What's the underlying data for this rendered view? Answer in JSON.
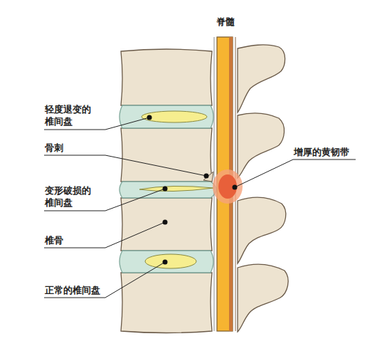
{
  "diagram": {
    "labels": [
      "脊髓",
      "轻度退变的 椎间盘",
      "骨刺",
      "变形破损的 椎间盘",
      "椎骨",
      "正常的椎间盘",
      "增厚的黄韧带"
    ]
  }
}
